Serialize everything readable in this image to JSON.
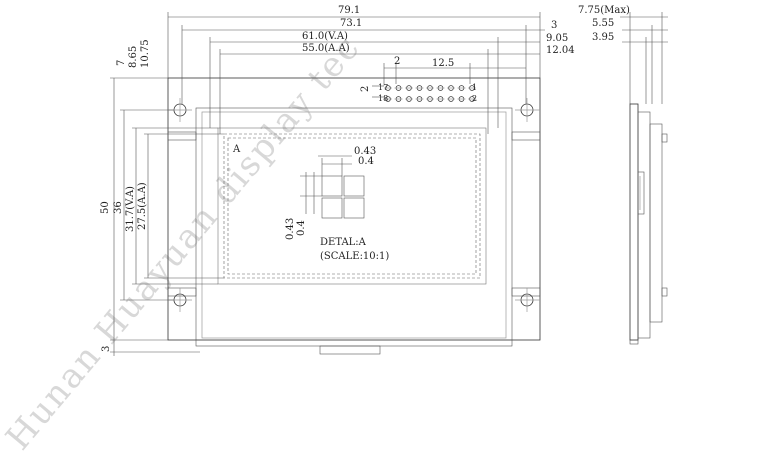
{
  "watermark": "Hunan Huayuan display tec",
  "top_dimensions": [
    "79.1",
    "73.1",
    "61.0(V.A)",
    "55.0(A.A)"
  ],
  "right_top_dimensions": [
    "3",
    "9.05",
    "12.04"
  ],
  "pin_dimensions": [
    "2",
    "12.5"
  ],
  "pin_pitch_vertical": "2",
  "side_dimensions": [
    "7.75(Max)",
    "5.55",
    "3.95"
  ],
  "left_top_dimensions": [
    "7",
    "8.65",
    "10.75"
  ],
  "left_height_dimensions": [
    "50",
    "36",
    "31.7(V.A)",
    "27.5(A.A)"
  ],
  "bottom_left_dimension": "3",
  "detail": {
    "label": "A",
    "dot_width": "0.43",
    "dot_pitch": "0.4",
    "dot_height": "0.43",
    "dot_pitch_vertical": "0.4",
    "title": "DETAL:A",
    "scale": "(SCALE:10:1)"
  },
  "pin_labels": [
    "17",
    "1",
    "18",
    "2"
  ]
}
